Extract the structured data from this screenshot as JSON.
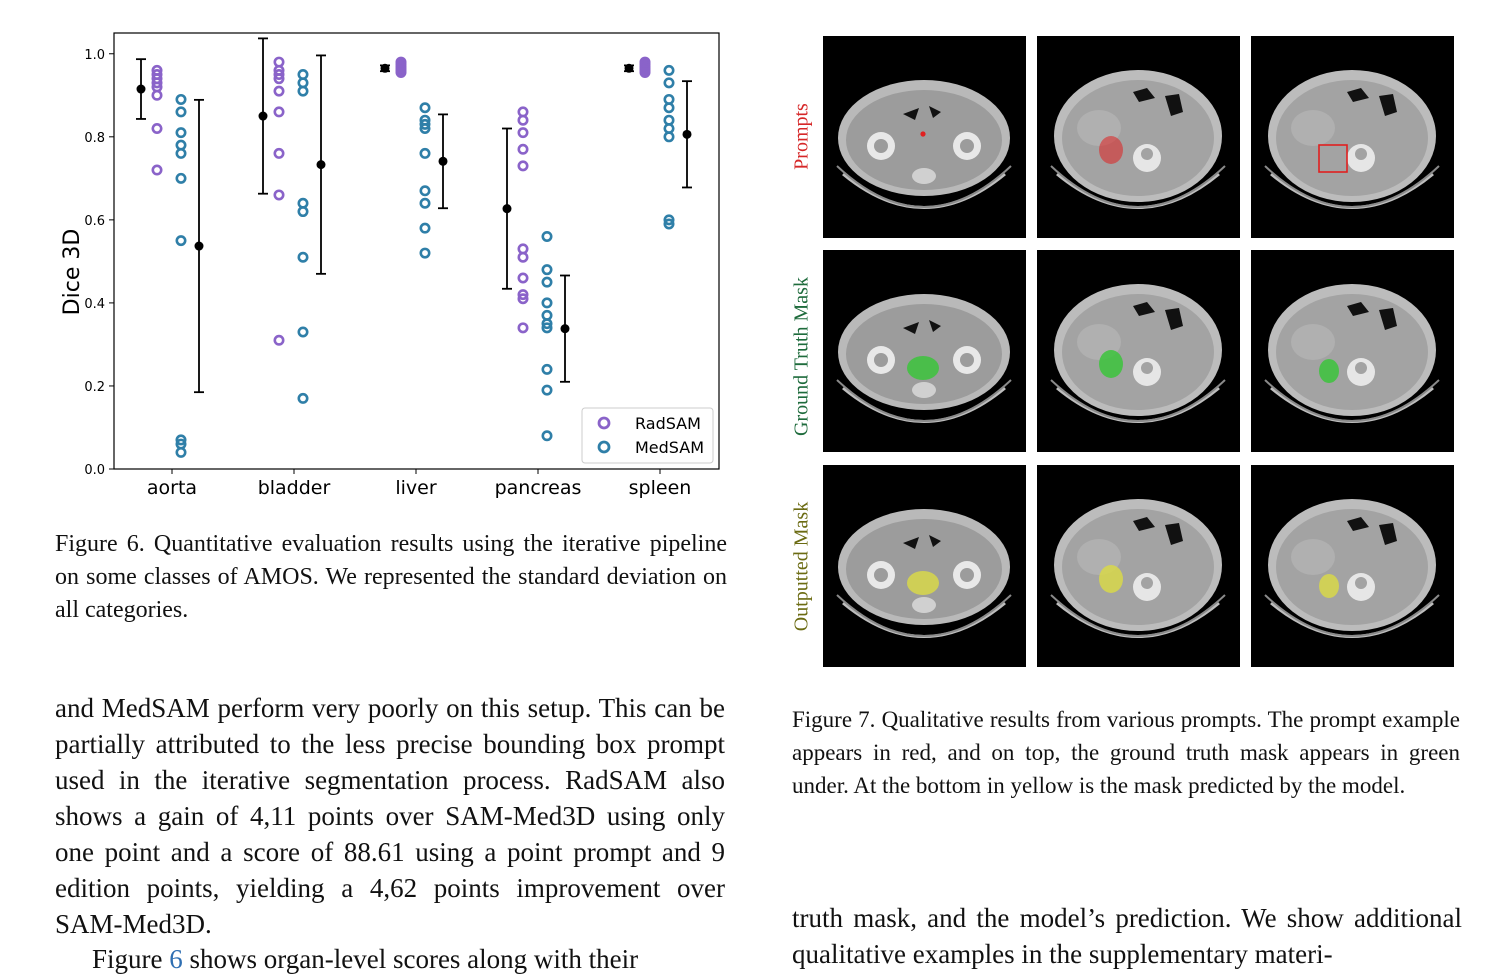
{
  "chart_data": {
    "type": "scatter",
    "ylabel": "Dice 3D",
    "xlabel": "",
    "categories": [
      "aorta",
      "bladder",
      "liver",
      "pancreas",
      "spleen"
    ],
    "ylim": [
      0,
      1.05
    ],
    "yticks": [
      "0.0",
      "0.2",
      "0.4",
      "0.6",
      "0.8",
      "1.0"
    ],
    "legend_position": "lower-right",
    "grid": false,
    "series": [
      {
        "name": "RadSAM",
        "color": "#8a63c9",
        "points": [
          [
            0.96,
            0.95,
            0.94,
            0.93,
            0.92,
            0.9,
            0.82,
            0.72
          ],
          [
            0.98,
            0.96,
            0.95,
            0.94,
            0.91,
            0.86,
            0.76,
            0.66,
            0.31
          ],
          [
            0.98,
            0.975,
            0.97,
            0.965,
            0.96,
            0.955
          ],
          [
            0.86,
            0.84,
            0.81,
            0.77,
            0.73,
            0.53,
            0.51,
            0.46,
            0.42,
            0.41,
            0.34
          ],
          [
            0.98,
            0.975,
            0.97,
            0.965,
            0.96,
            0.955
          ]
        ],
        "mean": [
          0.915,
          0.85,
          0.965,
          0.627,
          0.965
        ],
        "std": [
          0.072,
          0.187,
          0.007,
          0.193,
          0.007
        ]
      },
      {
        "name": "MedSAM",
        "color": "#2f7fa8",
        "points": [
          [
            0.89,
            0.86,
            0.81,
            0.78,
            0.76,
            0.7,
            0.55,
            0.07,
            0.06,
            0.04
          ],
          [
            0.95,
            0.93,
            0.91,
            0.64,
            0.62,
            0.51,
            0.33,
            0.17
          ],
          [
            0.87,
            0.84,
            0.83,
            0.82,
            0.76,
            0.67,
            0.64,
            0.58,
            0.52
          ],
          [
            0.56,
            0.48,
            0.45,
            0.4,
            0.37,
            0.35,
            0.34,
            0.24,
            0.19,
            0.08
          ],
          [
            0.96,
            0.93,
            0.89,
            0.87,
            0.84,
            0.82,
            0.8,
            0.6,
            0.59
          ]
        ],
        "mean": [
          0.537,
          0.733,
          0.741,
          0.338,
          0.806
        ],
        "std": [
          0.352,
          0.263,
          0.113,
          0.128,
          0.128
        ]
      }
    ]
  },
  "fig6_caption": "Figure 6.  Quantitative evaluation results using the iterative pipeline on some classes of AMOS. We represented the standard deviation on all categories.",
  "fig7": {
    "row_labels": [
      "Prompts",
      "Ground Truth Mask",
      "Outputted Mask"
    ],
    "row_label_colors": [
      "#d62728",
      "#1e6b3c",
      "#6b6b12"
    ],
    "prompt_color": "#e02020",
    "gt_color": "#3cc43c",
    "pred_color": "#d8d84a",
    "caption": "Figure 7. Qualitative results from various prompts. The prompt example appears in red, and on top, the ground truth mask appears in green under. At the bottom in yellow is the mask predicted by the model."
  },
  "left_para_1": "and MedSAM perform very poorly on this setup. This can be partially attributed to the less precise bounding box prompt used in the iterative segmentation process. RadSAM also shows a gain of 4,11 points over SAM-Med3D using only one point and a score of 88.61 using a point prompt and 9 edition points, yielding a 4,62 points improvement over SAM-Med3D.",
  "left_para_2_prefix": "Figure ",
  "left_para_2_ref": "6",
  "left_para_2_suffix": " shows organ-level scores along with their",
  "right_para": "truth mask, and the model’s prediction. We show additional qualitative examples in the supplementary materi-"
}
